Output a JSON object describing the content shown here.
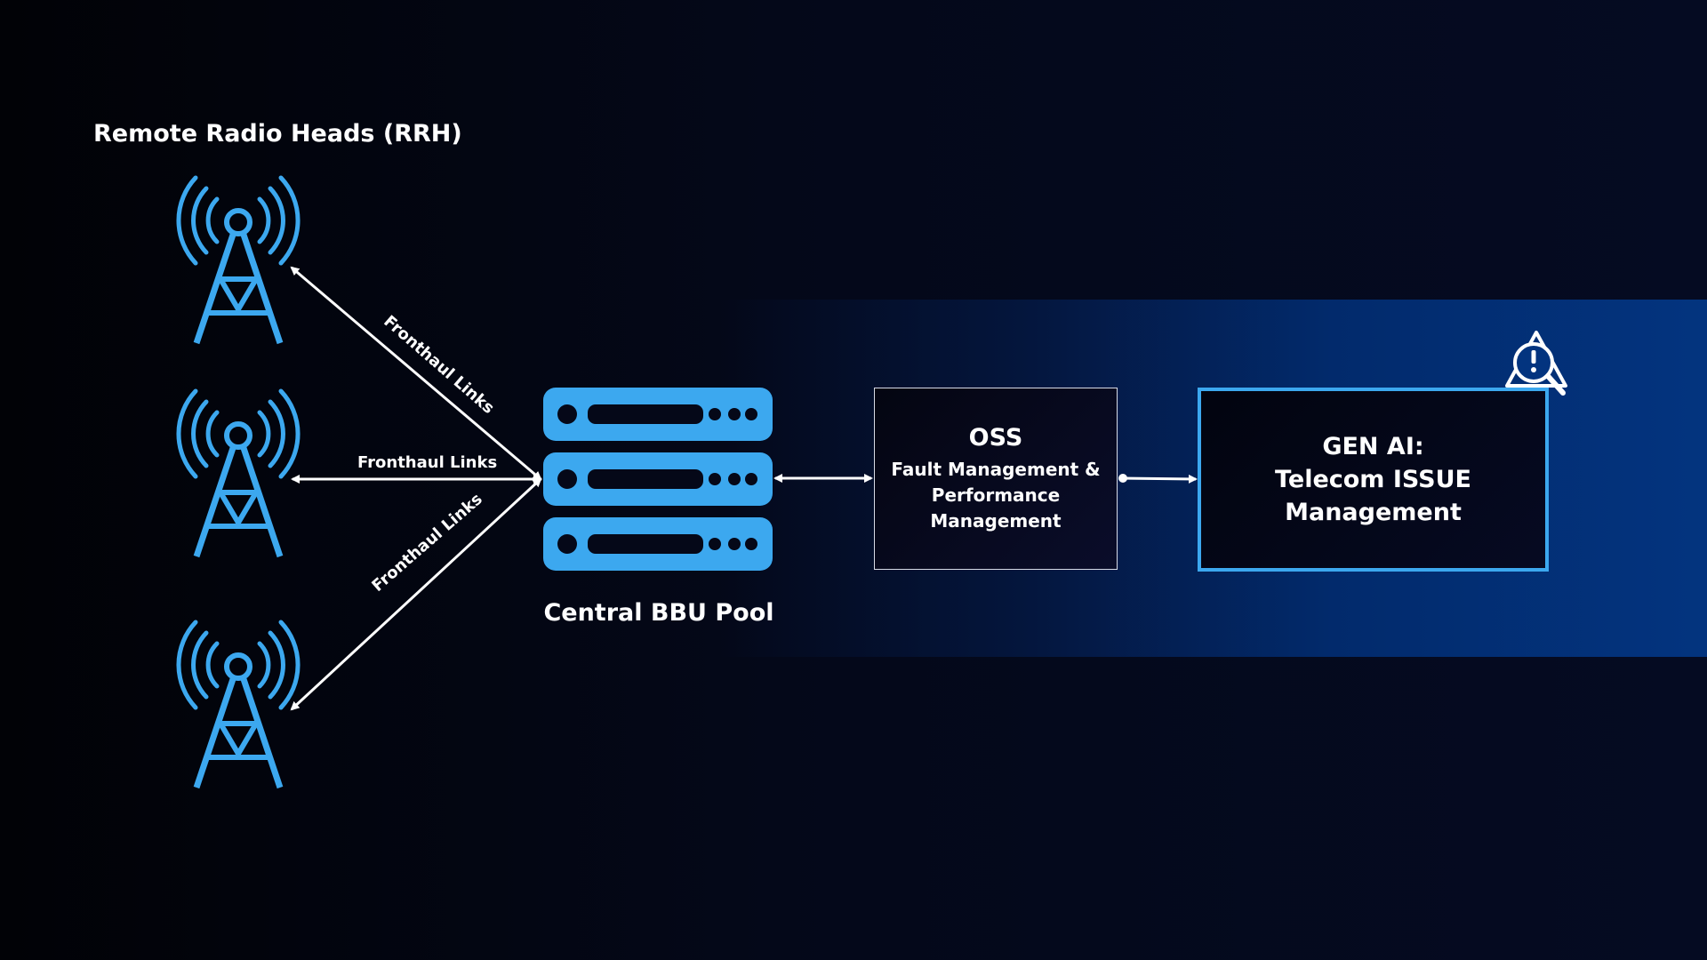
{
  "colors": {
    "background": "#030613",
    "accent_blue": "#3ca8ef",
    "band_blue": "#03347f",
    "line": "#ffffff"
  },
  "rrh": {
    "title": "Remote Radio Heads (RRH)",
    "icon": "radio-tower-icon",
    "count": 3
  },
  "links": {
    "top_label": "Fronthaul Links",
    "middle_label": "Fronthaul Links",
    "bottom_label": "Fronthaul Links"
  },
  "bbu": {
    "title": "Central BBU Pool",
    "icon": "server-rack-icon"
  },
  "oss": {
    "title": "OSS",
    "lines": [
      "Fault Management &",
      "Performance",
      "Management"
    ]
  },
  "genai": {
    "lines": [
      "GEN AI:",
      "Telecom ISSUE",
      "Management"
    ],
    "icon": "warning-search-icon"
  }
}
